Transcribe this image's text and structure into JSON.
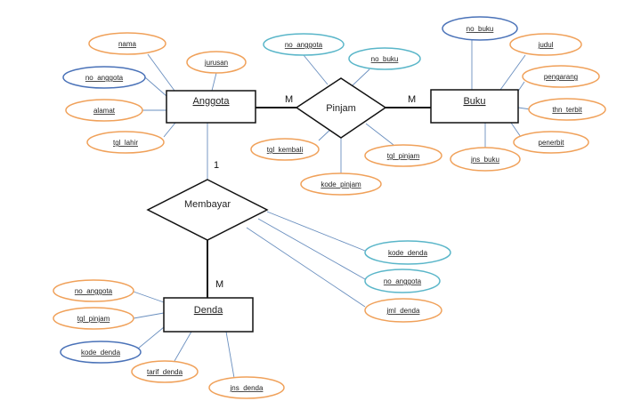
{
  "colors": {
    "orange": "#f0a15a",
    "teal": "#5ab6c9",
    "blue_key": "#4a72b8",
    "line": "#6a8fbf"
  },
  "entities": {
    "anggota": {
      "label": "Anggota"
    },
    "buku": {
      "label": "Buku"
    },
    "denda": {
      "label": "Denda"
    }
  },
  "relationships": {
    "pinjam": {
      "label": "Pinjam"
    },
    "membayar": {
      "label": "Membayar"
    }
  },
  "cardinalities": {
    "anggota_pinjam": "M",
    "pinjam_buku": "M",
    "anggota_membayar": "1",
    "membayar_denda": "M"
  },
  "attributes": {
    "anggota": [
      {
        "label": "nama",
        "style": "orange"
      },
      {
        "label": "jurusan",
        "style": "orange"
      },
      {
        "label": "no_anggota",
        "style": "key"
      },
      {
        "label": "alamat",
        "style": "orange"
      },
      {
        "label": "tgl_lahir",
        "style": "orange"
      }
    ],
    "pinjam": [
      {
        "label": "no_anggota",
        "style": "teal"
      },
      {
        "label": "no_buku",
        "style": "teal"
      },
      {
        "label": "tgl_kembali",
        "style": "orange"
      },
      {
        "label": "tgl_pinjam",
        "style": "orange"
      },
      {
        "label": "kode_pinjam",
        "style": "orange"
      }
    ],
    "buku": [
      {
        "label": "no_buku",
        "style": "key"
      },
      {
        "label": "judul",
        "style": "orange"
      },
      {
        "label": "pengarang",
        "style": "orange"
      },
      {
        "label": "thn_terbit",
        "style": "orange"
      },
      {
        "label": "penerbit",
        "style": "orange"
      },
      {
        "label": "jns_buku",
        "style": "orange"
      }
    ],
    "membayar": [
      {
        "label": "kode_denda",
        "style": "teal"
      },
      {
        "label": "no_anggota",
        "style": "teal"
      },
      {
        "label": "jml_denda",
        "style": "orange"
      }
    ],
    "denda": [
      {
        "label": "no_anggota",
        "style": "orange"
      },
      {
        "label": "tgl_pinjam",
        "style": "orange"
      },
      {
        "label": "kode_denda",
        "style": "key"
      },
      {
        "label": "tarif_denda",
        "style": "orange"
      },
      {
        "label": "jns_denda",
        "style": "orange"
      }
    ]
  }
}
